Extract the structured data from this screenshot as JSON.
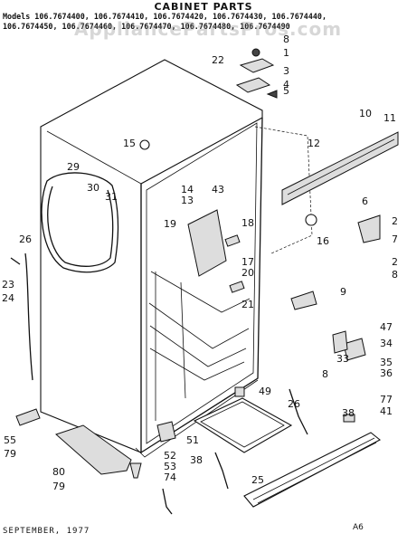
{
  "title": "CABINET PARTS",
  "models_line_1": "Models 106.7674400, 106.7674410, 106.7674420, 106.7674430, 106.7674440,",
  "models_line_2": "106.7674450, 106.7674460, 106.7674470, 106.7674480, 106.7674490",
  "watermark": "AppliancePartsPros.com",
  "footer_date": "SEPTEMBER, 1977",
  "drawing_code": "A6",
  "callouts": {
    "c1": "1",
    "c2": "2",
    "c2b": "2",
    "c3": "3",
    "c4": "4",
    "c5": "5",
    "c6": "6",
    "c7": "7",
    "c8": "8",
    "c8b": "8",
    "c8c": "8",
    "c9": "9",
    "c10": "10",
    "c11": "11",
    "c12": "12",
    "c13": "13",
    "c14": "14",
    "c15": "15",
    "c16": "16",
    "c17": "17",
    "c18": "18",
    "c19": "19",
    "c20": "20",
    "c21": "21",
    "c22": "22",
    "c23": "23",
    "c24": "24",
    "c25": "25",
    "c26": "26",
    "c26b": "26",
    "c29": "29",
    "c30": "30",
    "c31": "31",
    "c33": "33",
    "c34": "34",
    "c35": "35",
    "c36": "36",
    "c38": "38",
    "c38b": "38",
    "c41": "41",
    "c43": "43",
    "c47": "47",
    "c49": "49",
    "c51": "51",
    "c52": "52",
    "c53": "53",
    "c55": "55",
    "c74": "74",
    "c77": "77",
    "c79": "79",
    "c79b": "79",
    "c80": "80"
  }
}
